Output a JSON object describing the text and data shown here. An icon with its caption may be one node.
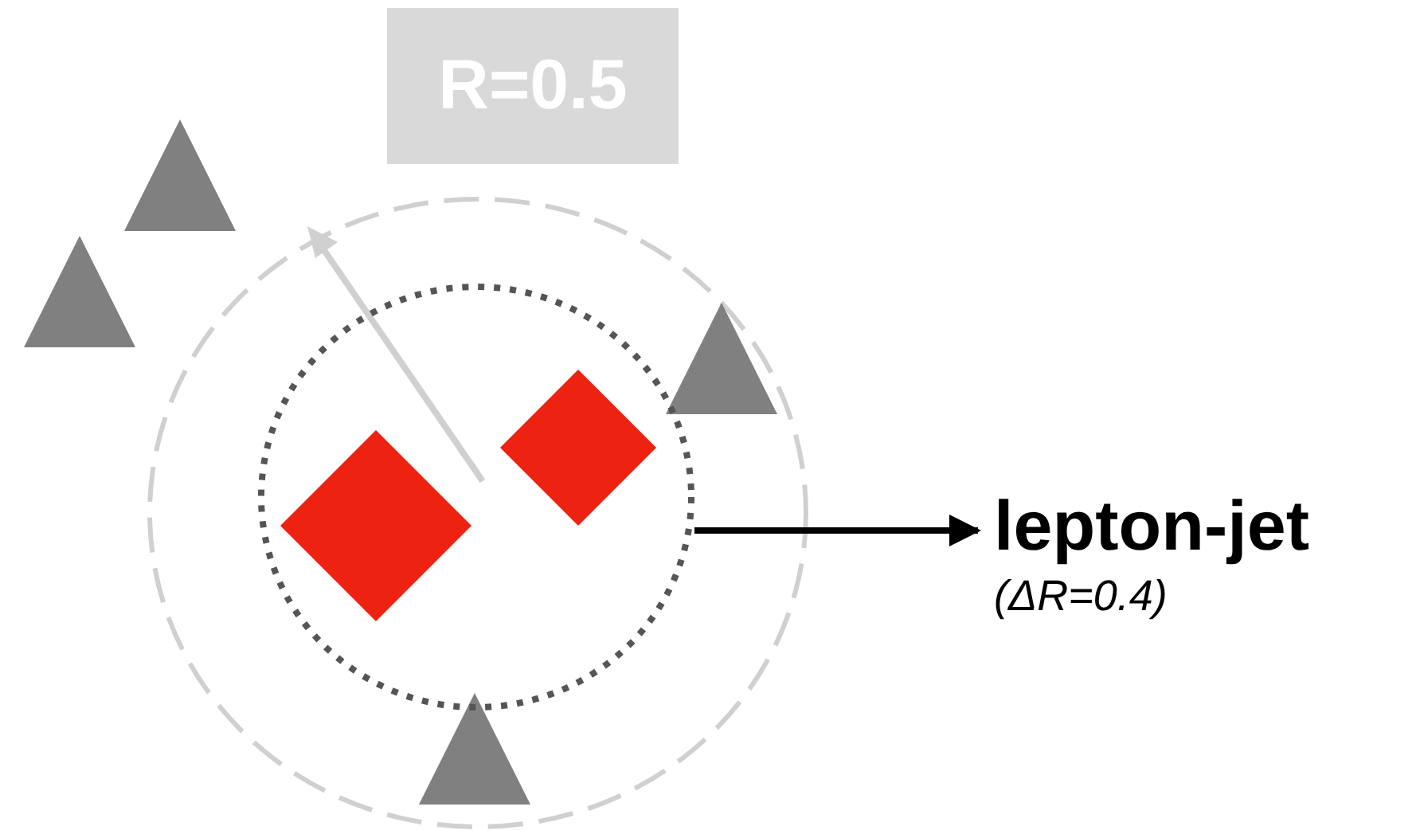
{
  "diagram": {
    "nodes": [
      {
        "text": [],
        "shape": "circle"
      },
      {
        "text": [
          "lepton-jet",
          "(ΔR=0.4)"
        ]
      },
      {
        "text": [],
        "shape": "diamond",
        "in": 0
      },
      {
        "text": [],
        "shape": "diamond",
        "in": 0
      }
    ],
    "edges": [
      {
        "from": 0,
        "to": 1,
        "arrow": "to"
      }
    ],
    "labels": [
      "R=0.5"
    ]
  }
}
